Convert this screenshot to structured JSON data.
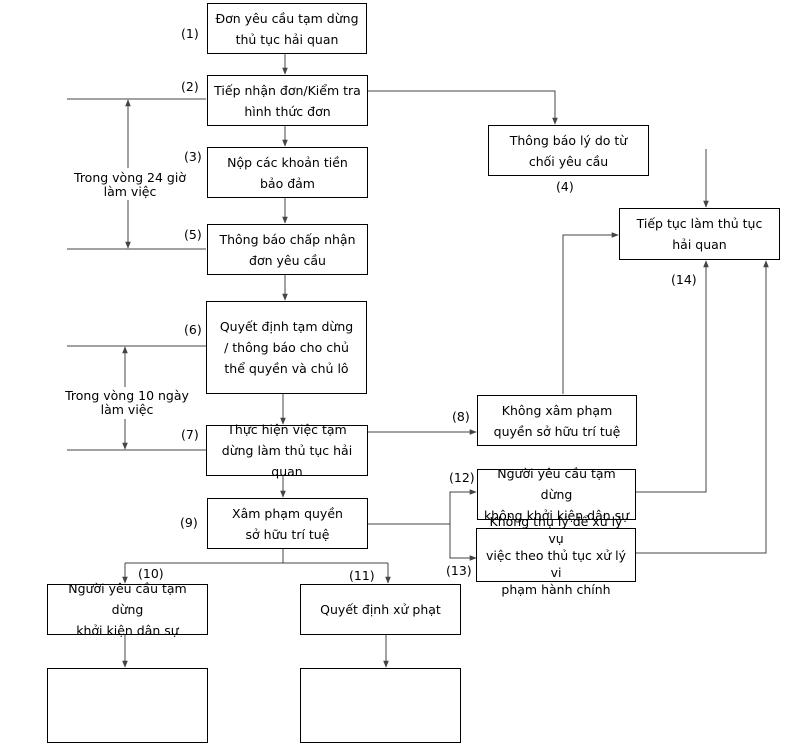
{
  "steps": {
    "s1": {
      "num": "(1)",
      "text": "Đơn yêu cầu tạm dừng\nthủ tục hải quan"
    },
    "s2": {
      "num": "(2)",
      "text": "Tiếp nhận đơn/Kiểm tra\nhình thức đơn"
    },
    "s3": {
      "num": "(3)",
      "text": "Nộp các khoản tiền\nbảo đảm"
    },
    "s4": {
      "num": "(4)",
      "text": "Thông báo lý do từ\nchối yêu cầu"
    },
    "s5": {
      "num": "(5)",
      "text": "Thông báo chấp nhận\nđơn yêu cầu"
    },
    "s6": {
      "num": "(6)",
      "text": "Quyết định tạm dừng\n/ thông báo cho chủ\nthể quyền và chủ lô"
    },
    "s7": {
      "num": "(7)",
      "text": "Thực hiện việc tạm\ndừng làm thủ tục hải quan"
    },
    "s8": {
      "num": "(8)",
      "text": "Không xâm phạm\nquyền sở hữu trí tuệ"
    },
    "s9": {
      "num": "(9)",
      "text": "Xâm phạm quyền\nsở hữu trí tuệ"
    },
    "s10": {
      "num": "(10)",
      "text": "Người yêu cầu tạm dừng\nkhởi kiện dân sự"
    },
    "s11": {
      "num": "(11)",
      "text": "Quyết định xử phạt"
    },
    "s12": {
      "num": "(12)",
      "text": "Người yêu cầu tạm dừng\nkhông khởi kiện dân sự"
    },
    "s13": {
      "num": "(13)",
      "text": "Không thụ lý để xử lý vụ\nviệc theo thủ tục xử lý vi\nphạm hành chính"
    },
    "s14": {
      "num": "(14)",
      "text": "Tiếp tục làm thủ tục\nhải quan"
    }
  },
  "notes": {
    "within24h": "Trong vòng 24 giờ\nlàm việc",
    "within10d": "Trong vòng 10 ngày\nlàm việc"
  },
  "blank_boxes": [
    "",
    ""
  ]
}
